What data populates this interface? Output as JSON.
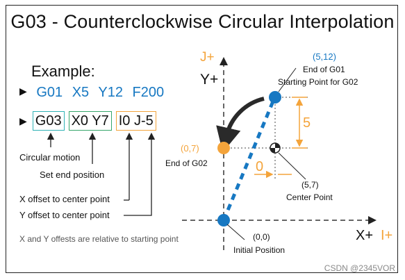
{
  "title": "G03 - Counterclockwise Circular Interpolation",
  "example": {
    "label": "Example:",
    "line1": [
      "G01",
      "X5",
      "Y12",
      "F200"
    ],
    "codes": {
      "g": "G03",
      "xy": "X0 Y7",
      "ij": "I0 J-5"
    }
  },
  "annotations": {
    "circular_motion": "Circular motion",
    "set_end": "Set end position",
    "x_offset": "X offset to center point",
    "y_offset": "Y offset to center point",
    "footnote": "X and Y offests are relative to starting point"
  },
  "axes": {
    "j": "J+",
    "y": "Y+",
    "x": "X+",
    "i": "I+"
  },
  "points": {
    "start": {
      "coord": "(5,12)",
      "label1": "End of G01",
      "label2": "Starting Point for G02"
    },
    "end": {
      "coord": "(0,7)",
      "label": "End of G02"
    },
    "center": {
      "coord": "(5,7)",
      "label": "Center Point"
    },
    "origin": {
      "coord": "(0,0)",
      "label": "Initial Position"
    }
  },
  "dims": {
    "j": "5",
    "i": "0"
  },
  "watermark": "CSDN @2345VOR",
  "colors": {
    "blue": "#1778c2",
    "orange": "#f4a43b",
    "teal": "#2fb2b5",
    "green": "#36a66b"
  }
}
